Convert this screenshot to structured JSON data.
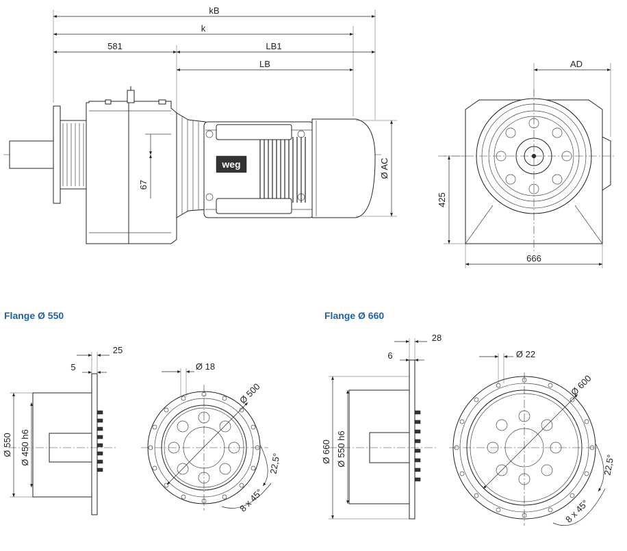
{
  "colors": {
    "title": "#1a63a8",
    "line": "#222222"
  },
  "main_view": {
    "dims": {
      "kB": "kB",
      "k": "k",
      "d581": "581",
      "LB1": "LB1",
      "LB": "LB",
      "d67": "67",
      "AC": "Ø AC"
    },
    "logo": "weg"
  },
  "end_view": {
    "dims": {
      "AD": "AD",
      "d425": "425",
      "d666": "666"
    }
  },
  "flange550": {
    "title": "Flange Ø 550",
    "dims": {
      "d25": "25",
      "d5": "5",
      "dia550": "Ø 550",
      "dia450": "Ø 450 h6",
      "dia18": "Ø 18",
      "dia500": "Ø 500",
      "ang225": "22,5°",
      "holes": "8 x 45°"
    }
  },
  "flange660": {
    "title": "Flange Ø 660",
    "dims": {
      "d28": "28",
      "d6": "6",
      "dia660": "Ø 660",
      "dia550": "Ø 550 h6",
      "dia22": "Ø 22",
      "dia600": "Ø 600",
      "ang225": "22,5°",
      "holes": "8 x 45°"
    }
  }
}
